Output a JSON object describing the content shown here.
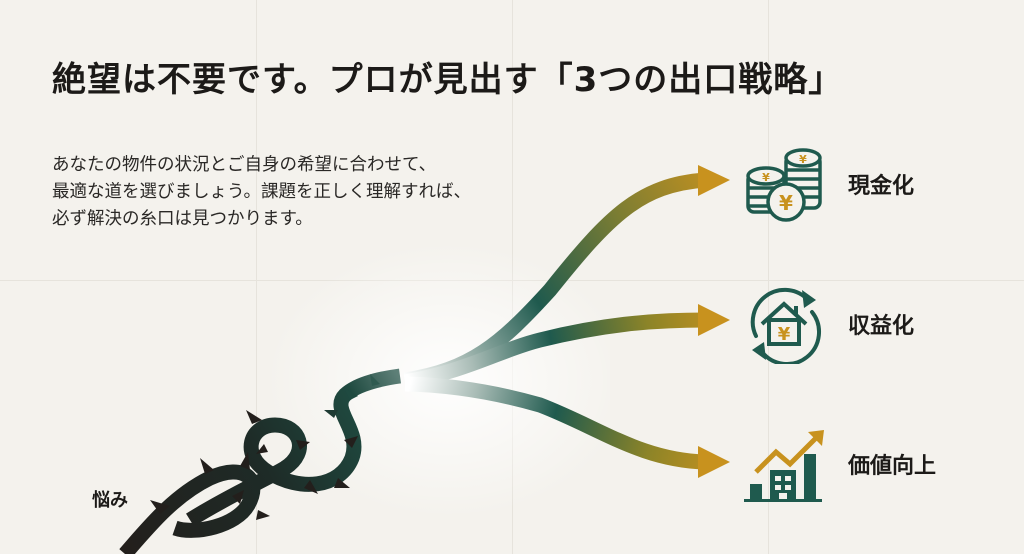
{
  "header": {
    "title": "絶望は不要です。プロが見出す「3つの出口戦略」"
  },
  "intro": {
    "lines": [
      "あなたの物件の状況とご自身の希望に合わせて、",
      "最適な道を選びましょう。課題を正しく理解すれば、",
      "必ず解決の糸口は見つかります。"
    ]
  },
  "diagram": {
    "origin_label": "悩み",
    "outcomes": [
      {
        "label": "現金化",
        "icon": "yen-coin-stack-icon"
      },
      {
        "label": "収益化",
        "icon": "house-yen-cycle-icon"
      },
      {
        "label": "価値向上",
        "icon": "building-growth-chart-icon"
      }
    ]
  },
  "colors": {
    "background": "#f4f2ed",
    "grid": "#e6e3dc",
    "text": "#1c1a18",
    "dark_green": "#1f5a4e",
    "gold": "#c8921e",
    "thorn_dark": "#231f1c"
  }
}
